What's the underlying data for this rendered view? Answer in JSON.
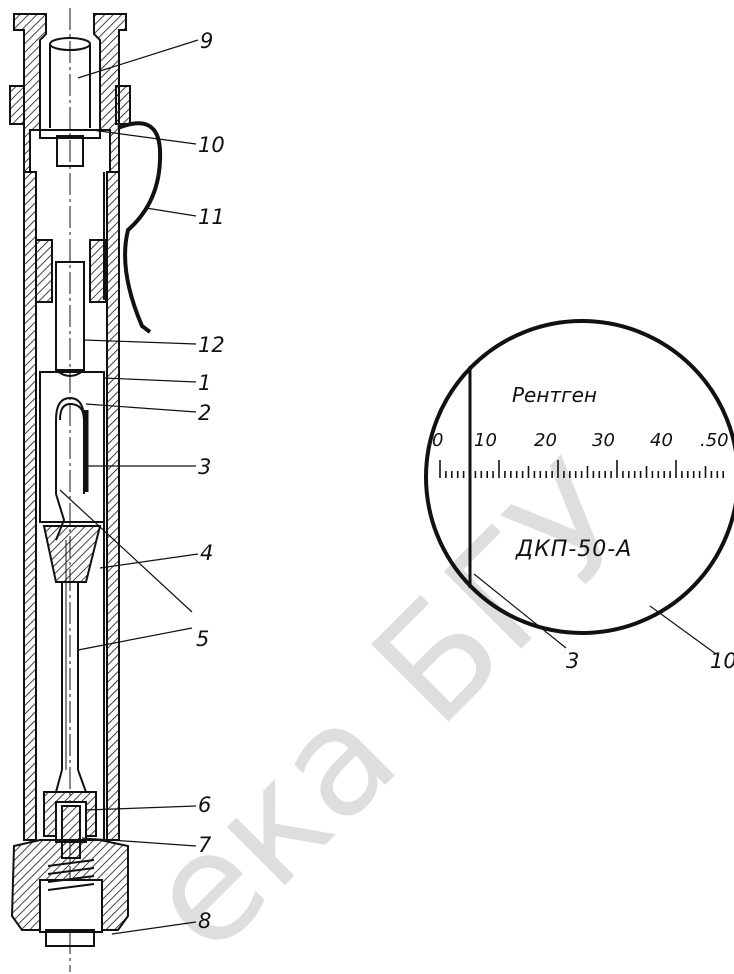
{
  "callouts": {
    "n1": "1",
    "n2": "2",
    "n3": "3",
    "n4": "4",
    "n5": "5",
    "n6": "6",
    "n7": "7",
    "n8": "8",
    "n9": "9",
    "n10": "10",
    "n11": "11",
    "n12": "12"
  },
  "scale": {
    "unit": "Рентген",
    "ticks": [
      "0",
      "10",
      "20",
      "30",
      "40",
      ".50"
    ],
    "model": "ДКП-50-А",
    "label_fiber": "3",
    "label_lens": "10"
  },
  "watermark": "ека БГУ"
}
